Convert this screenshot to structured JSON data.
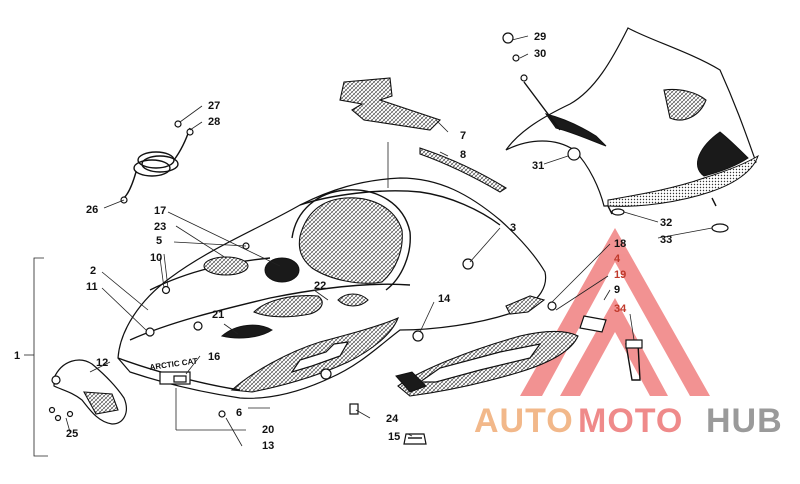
{
  "callouts": {
    "c1": "1",
    "c2": "2",
    "c3": "3",
    "c4": "4",
    "c5": "5",
    "c6": "6",
    "c7": "7",
    "c8": "8",
    "c9": "9",
    "c10": "10",
    "c11": "11",
    "c12": "12",
    "c13": "13",
    "c14": "14",
    "c15": "15",
    "c16": "16",
    "c17": "17",
    "c18": "18",
    "c19": "19",
    "c20": "20",
    "c21": "21",
    "c22": "22",
    "c23": "23",
    "c24": "24",
    "c25": "25",
    "c26": "26",
    "c27": "27",
    "c28": "28",
    "c29": "29",
    "c30": "30",
    "c31": "31",
    "c32": "32",
    "c33": "33",
    "c34": "34"
  },
  "decal": {
    "brand": "ARCTIC CAT"
  },
  "watermark": {
    "auto": "AUTO",
    "moto": "MOTO",
    "hub": "HUB",
    "colors": {
      "auto": "#f2b88a",
      "moto": "#ef8a8a",
      "hub": "#9a9a9a",
      "triangle": "#f08080"
    }
  }
}
